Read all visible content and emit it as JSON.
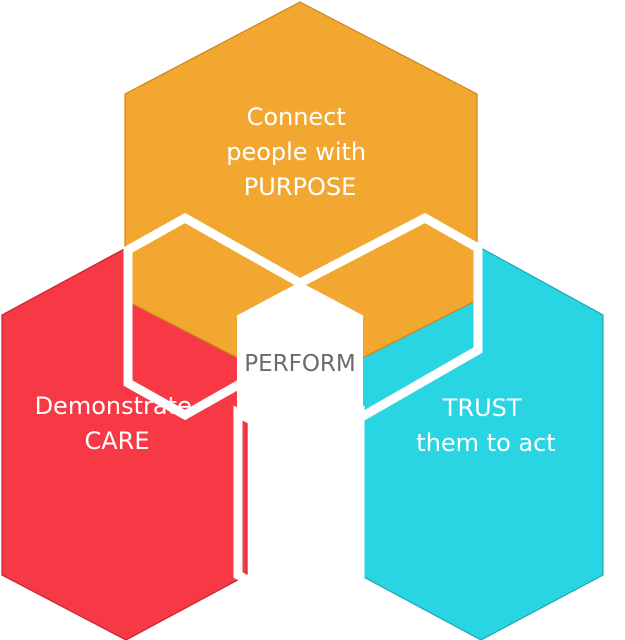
{
  "diagram": {
    "top": {
      "lines": [
        "Connect",
        "people with",
        "PURPOSE"
      ],
      "color": "#f2a731",
      "stroke": "#c9871e"
    },
    "left": {
      "lines": [
        "Demonstrate",
        "CARE"
      ],
      "color": "#f73946",
      "stroke": "#c4252f"
    },
    "right": {
      "lines": [
        "TRUST",
        "them to act"
      ],
      "color": "#2ad5e3",
      "stroke": "#1aa9b5"
    },
    "center": {
      "label": "PERFORM",
      "color": "#ffffff",
      "text_color": "#6b6b6b"
    }
  }
}
